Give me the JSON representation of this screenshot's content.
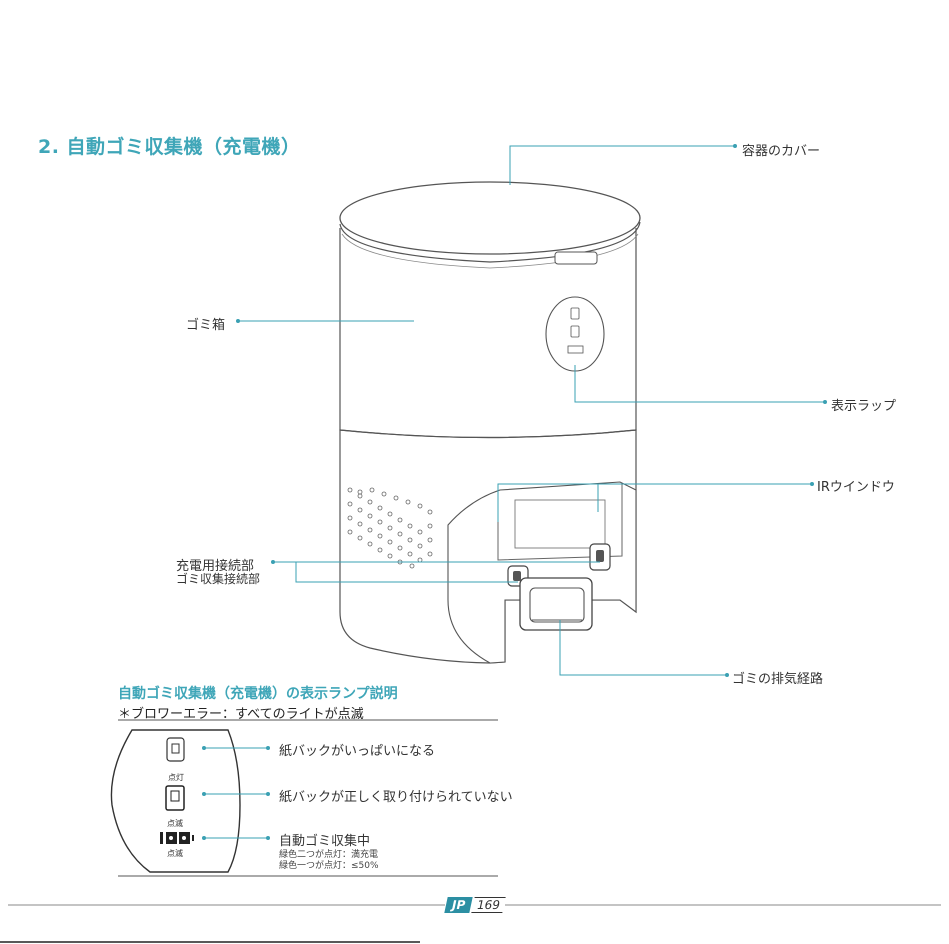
{
  "section": {
    "title": "2. 自動ゴミ収集機（充電機）"
  },
  "labels": {
    "cover": "容器のカバー",
    "dustbin": "ゴミ箱",
    "indicator": "表示ラップ",
    "ir_window": "IRウインドウ",
    "charging_contact": "充電用接続部",
    "dust_contact": "ゴミ収集接続部",
    "exhaust": "ゴミの排気経路"
  },
  "legend": {
    "title": "自動ゴミ収集機（充電機）の表示ランプ説明",
    "note": "＊ブロワーエラー：すべてのライトが点滅",
    "items": [
      {
        "icon": "bag-full-icon",
        "caption": "点灯",
        "text": "紙バックがいっぱいになる"
      },
      {
        "icon": "bag-missing-icon",
        "caption": "点滅",
        "text": "紙バックが正しく取り付けられていない"
      },
      {
        "icon": "battery-icon",
        "caption": "点滅",
        "text": "自動ゴミ収集中",
        "sub1": "緑色二つが点灯：満充電",
        "sub2": "緑色一つが点灯：≤50%"
      }
    ]
  },
  "footer": {
    "lang": "JP",
    "page": "169"
  },
  "colors": {
    "accent": "#3fa6b8",
    "line": "#3aa0b3",
    "badge": "#2c8fa3"
  }
}
